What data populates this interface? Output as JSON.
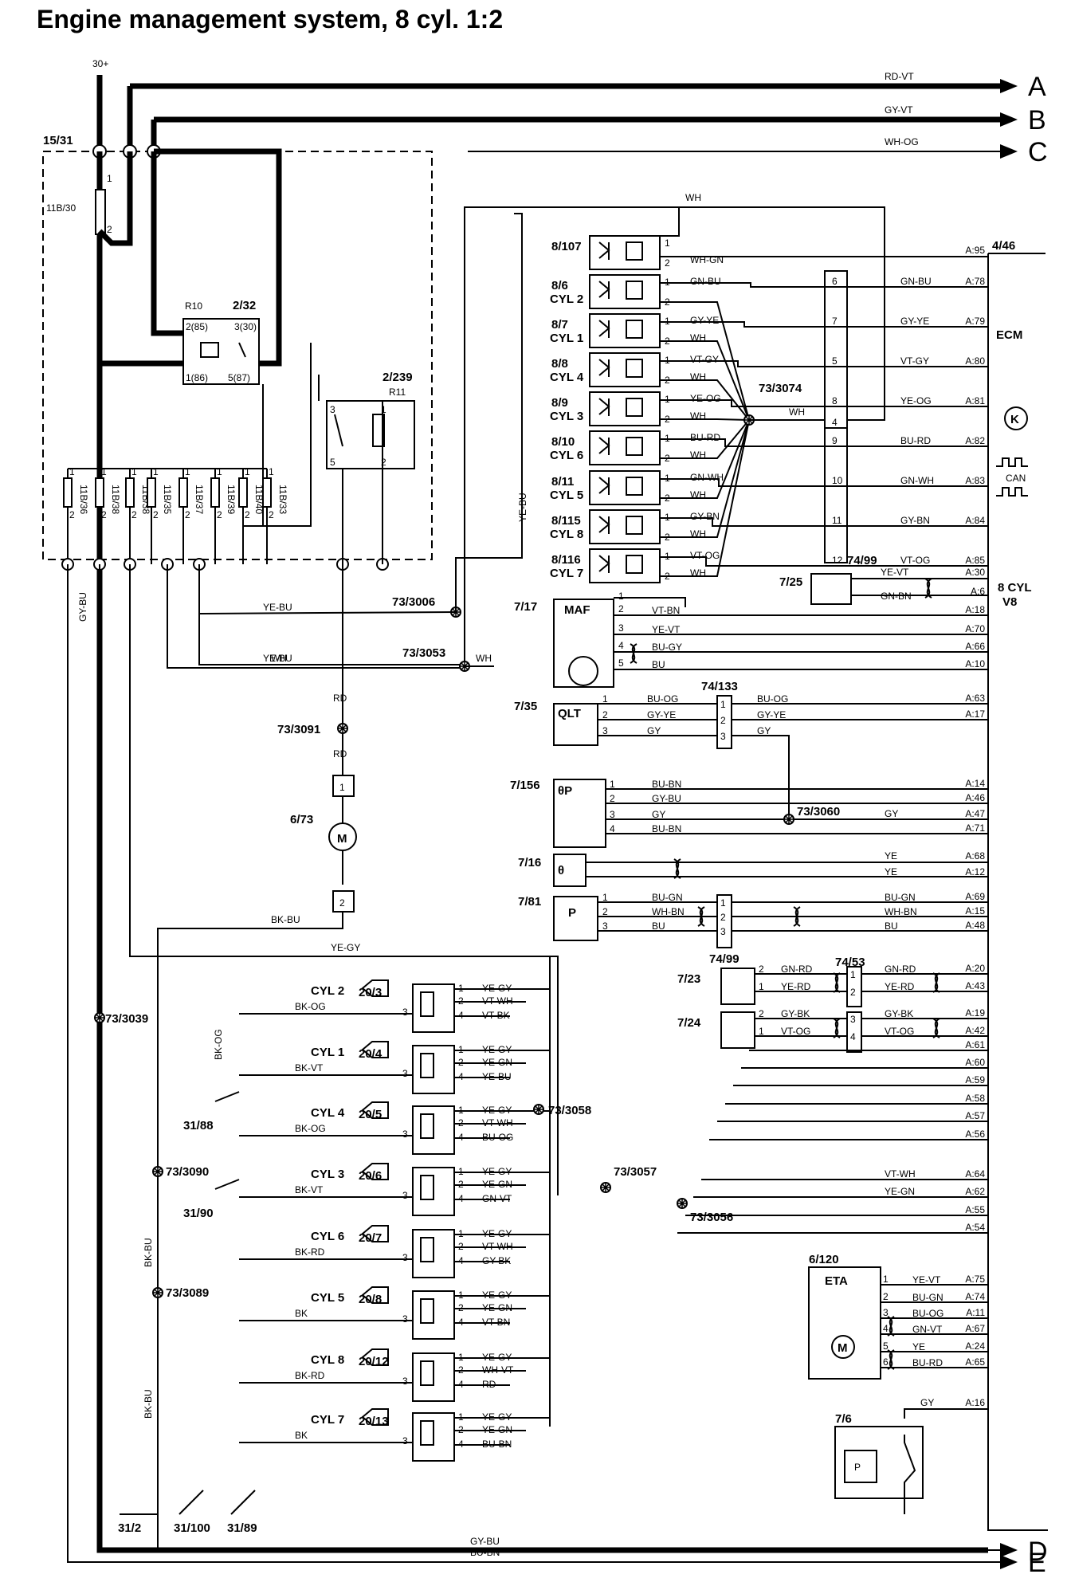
{
  "title": "Engine management system, 8 cyl. 1:2",
  "outputs": [
    {
      "letter": "A",
      "wire": "RD-VT"
    },
    {
      "letter": "B",
      "wire": "GY-VT"
    },
    {
      "letter": "C",
      "wire": "WH-OG"
    },
    {
      "letter": "D",
      "wire": "GY-BU"
    },
    {
      "letter": "E",
      "wire": "BU-BN"
    }
  ],
  "supply": "30+",
  "fusebox": {
    "label": "15/31",
    "fuse_main": "11B/30",
    "relay": "2/32",
    "relay_sub": "R10",
    "relay_pins": [
      "2(85)",
      "3(30)",
      "1(86)",
      "5(87)"
    ],
    "fuses": [
      "11B/36",
      "11B/38",
      "11B/38",
      "11B/35",
      "11B/37",
      "11B/39",
      "11B/40",
      "11B/33"
    ]
  },
  "relay2": {
    "label": "2/239",
    "sub": "R11"
  },
  "ecm": {
    "label": "4/46",
    "name": "ECM",
    "variant": "8 CYL V8",
    "can": "CAN"
  },
  "injectors": [
    {
      "id": "8/107",
      "cyl": "",
      "w1": "",
      "w2": "WH-GN",
      "ecm_pin": "A:95",
      "conn": "",
      "ecm_wire": ""
    },
    {
      "id": "8/6",
      "cyl": "CYL 2",
      "w1": "GN-BU",
      "w2": "",
      "ecm_pin": "A:78",
      "conn": "6",
      "ecm_wire": "GN-BU"
    },
    {
      "id": "8/7",
      "cyl": "CYL 1",
      "w1": "GY-YE",
      "w2": "WH",
      "ecm_pin": "A:79",
      "conn": "7",
      "ecm_wire": "GY-YE"
    },
    {
      "id": "8/8",
      "cyl": "CYL 4",
      "w1": "VT-GY",
      "w2": "WH",
      "ecm_pin": "A:80",
      "conn": "5",
      "ecm_wire": "VT-GY"
    },
    {
      "id": "8/9",
      "cyl": "CYL 3",
      "w1": "YE-OG",
      "w2": "WH",
      "ecm_pin": "A:81",
      "conn": "8",
      "ecm_wire": "YE-OG"
    },
    {
      "id": "8/10",
      "cyl": "CYL 6",
      "w1": "BU-RD",
      "w2": "WH",
      "ecm_pin": "A:82",
      "conn": "9",
      "ecm_wire": "BU-RD"
    },
    {
      "id": "8/11",
      "cyl": "CYL 5",
      "w1": "GN-WH",
      "w2": "WH",
      "ecm_pin": "A:83",
      "conn": "10",
      "ecm_wire": "GN-WH"
    },
    {
      "id": "8/115",
      "cyl": "CYL 8",
      "w1": "GY-BN",
      "w2": "WH",
      "ecm_pin": "A:84",
      "conn": "11",
      "ecm_wire": "GY-BN"
    },
    {
      "id": "8/116",
      "cyl": "CYL 7",
      "w1": "VT-OG",
      "w2": "WH",
      "ecm_pin": "A:85",
      "conn": "12",
      "ecm_wire": "VT-OG"
    }
  ],
  "splices": {
    "s3074": "73/3074",
    "s3006": "73/3006",
    "s3053": "73/3053",
    "s3091": "73/3091",
    "s3060": "73/3060",
    "s3039": "73/3039",
    "s3090": "73/3090",
    "s3089": "73/3089",
    "s3058": "73/3058",
    "s3057": "73/3057",
    "s3056": "73/3056"
  },
  "sensors": {
    "s725": {
      "id": "7/25",
      "conn": "74/99",
      "wires": [
        "YE-VT",
        "GN-BN"
      ],
      "pins": [
        "A:30",
        "A:6"
      ]
    },
    "maf": {
      "id": "7/17",
      "name": "MAF",
      "wires": [
        "VT-BN",
        "YE-VT",
        "BU-GY",
        "BU"
      ],
      "pins": [
        "A:18",
        "A:70",
        "A:66",
        "A:10"
      ]
    },
    "qlt": {
      "id": "7/35",
      "name": "QLT",
      "conn": "74/133",
      "wires": [
        "BU-OG",
        "GY-YE",
        "GY"
      ],
      "pins": [
        "A:63",
        "A:17"
      ]
    },
    "s7156": {
      "id": "7/156",
      "name": "θP",
      "wires": [
        "BU-BN",
        "GY-BU",
        "GY",
        "BU-BN"
      ],
      "pins": [
        "A:14",
        "A:46",
        "A:47",
        "A:71"
      ]
    },
    "s716": {
      "id": "7/16",
      "name": "θ",
      "wires": [
        "YE",
        "YE"
      ],
      "pins": [
        "A:68",
        "A:12"
      ]
    },
    "s781": {
      "id": "7/81",
      "name": "P",
      "wires": [
        "BU-GN",
        "WH-BN",
        "BU"
      ],
      "pins": [
        "A:69",
        "A:15",
        "A:48"
      ]
    },
    "s723": {
      "id": "7/23",
      "conn": "74/99",
      "conn2": "74/53",
      "wires": [
        "GN-RD",
        "YE-RD"
      ],
      "pins": [
        "A:20",
        "A:43"
      ]
    },
    "s724": {
      "id": "7/24",
      "wires": [
        "GY-BK",
        "VT-OG"
      ],
      "pins": [
        "A:19",
        "A:42"
      ]
    }
  },
  "motor": {
    "id": "6/73",
    "symbol": "M",
    "wire": "RD",
    "wire2": "BK-BU"
  },
  "coils": [
    {
      "cyl": "CYL 2",
      "id": "20/3",
      "w1": "YE-GY",
      "w2": "VT-WH",
      "w4": "VT-BK",
      "w3": "BK-OG"
    },
    {
      "cyl": "CYL 1",
      "id": "20/4",
      "w1": "YE-GY",
      "w2": "YE-GN",
      "w4": "YE-BU",
      "w3": "BK-VT"
    },
    {
      "cyl": "CYL 4",
      "id": "20/5",
      "w1": "YE-GY",
      "w2": "VT-WH",
      "w4": "BU-OG",
      "w3": "BK-OG"
    },
    {
      "cyl": "CYL 3",
      "id": "20/6",
      "w1": "YE-GY",
      "w2": "YE-GN",
      "w4": "GN-VT",
      "w3": "BK-VT"
    },
    {
      "cyl": "CYL 6",
      "id": "20/7",
      "w1": "YE-GY",
      "w2": "VT-WH",
      "w4": "GY-BK",
      "w3": "BK-RD"
    },
    {
      "cyl": "CYL 5",
      "id": "20/8",
      "w1": "YE-GY",
      "w2": "YE-GN",
      "w4": "VT-BN",
      "w3": "BK"
    },
    {
      "cyl": "CYL 8",
      "id": "20/12",
      "w1": "YE-GY",
      "w2": "WH-VT",
      "w4": "RD",
      "w3": "BK-RD"
    },
    {
      "cyl": "CYL 7",
      "id": "20/13",
      "w1": "YE-GY",
      "w2": "YE-GN",
      "w4": "BU-BN",
      "w3": "BK"
    }
  ],
  "coil_ecm_pins": [
    "A:61",
    "A:60",
    "A:59",
    "A:58",
    "A:57",
    "A:56",
    "A:64",
    "A:62",
    "A:55",
    "A:54"
  ],
  "coil_ecm_wires": [
    "VT-WH",
    "YE-GN"
  ],
  "eta": {
    "id": "6/120",
    "name": "ETA",
    "motor": "M",
    "wires": [
      "YE-VT",
      "BU-GN",
      "BU-OG",
      "GN-VT",
      "YE",
      "BU-RD"
    ],
    "pins": [
      "A:75",
      "A:74",
      "A:11",
      "A:67",
      "A:24",
      "A:65"
    ]
  },
  "s76": {
    "id": "7/6",
    "wire": "GY",
    "pin": "A:16",
    "sym": "P"
  },
  "grounds": [
    "31/88",
    "31/90",
    "31/2",
    "31/100",
    "31/89"
  ],
  "side_wires": {
    "gybu": "GY-BU",
    "bkbu": "BK-BU",
    "bkog": "BK-OG",
    "yegy": "YE-GY",
    "yebu": "YE-BU",
    "wh": "WH",
    "wh2": "WH",
    "yebu2": "YE-BU"
  }
}
